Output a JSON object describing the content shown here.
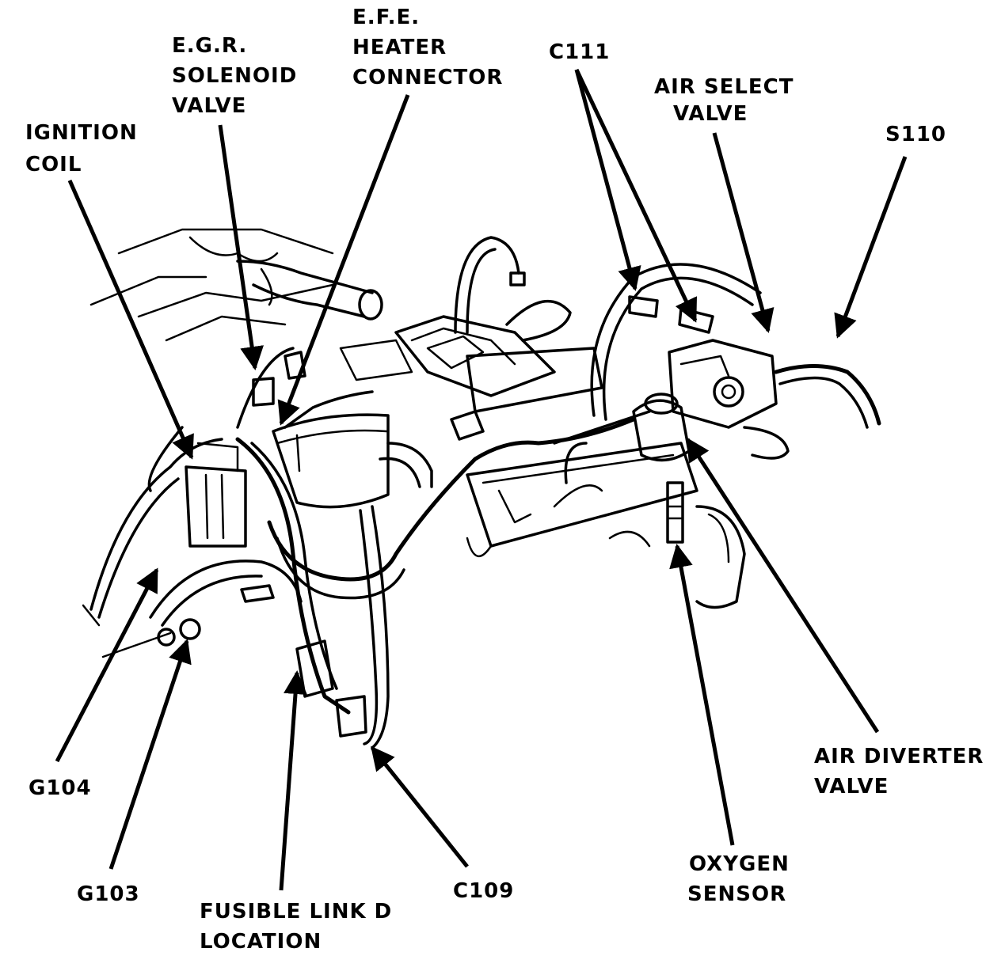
{
  "labels": {
    "ignition_coil": [
      "IGNITION",
      "COIL"
    ],
    "egr_valve": [
      "E.G.R.",
      "SOLENOID",
      "VALVE"
    ],
    "efe_connector": [
      "E.F.E.",
      "HEATER",
      "CONNECTOR"
    ],
    "c111": "C111",
    "air_select": [
      "AIR SELECT",
      "VALVE"
    ],
    "s110": "S110",
    "air_diverter": [
      "AIR DIVERTER",
      "VALVE"
    ],
    "oxygen_sensor": [
      "OXYGEN",
      "SENSOR"
    ],
    "c109": "C109",
    "fusible_link": [
      "FUSIBLE LINK D",
      "LOCATION"
    ],
    "g103": "G103",
    "g104": "G104"
  }
}
